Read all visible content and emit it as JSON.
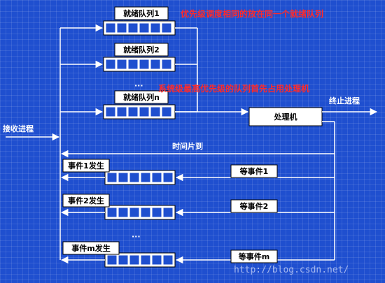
{
  "colors": {
    "background": "#1f4fcf",
    "line": "#ffffff",
    "note": "#ff2a2a"
  },
  "labels": {
    "receive": "接收进程",
    "ready_queue_1": "就绪队列1",
    "ready_queue_2": "就绪队列2",
    "ready_queue_n": "就绪队列n",
    "ellipsis_top": "···",
    "ellipsis_bottom": "···",
    "processor": "处理机",
    "terminate": "终止进程",
    "time_slice": "时间片到",
    "event_1_occurs": "事件1发生",
    "event_2_occurs": "事件2发生",
    "event_m_occurs": "事件m发生",
    "wait_event_1": "等事件1",
    "wait_event_2": "等事件2",
    "wait_event_m": "等事件m"
  },
  "notes": {
    "same_priority": "优先级调度相同的放在同一个就绪队列",
    "highest_first": "系统级最高优先级的队列首先占用处理机"
  },
  "watermark": "http://blog.csdn.net/"
}
